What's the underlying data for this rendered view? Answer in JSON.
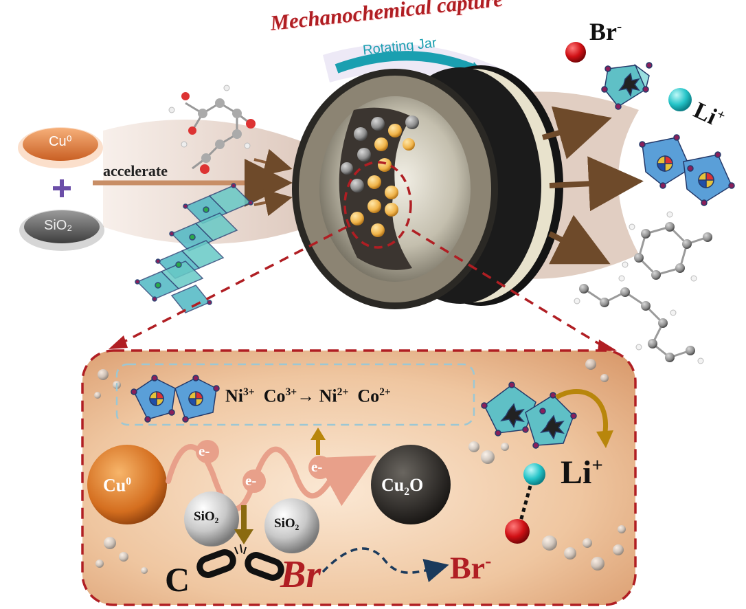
{
  "title": "Mechanochemical capture",
  "rotating_jar": "Rotating Jar",
  "reactants": {
    "cu_pill": "Cu⁰",
    "sio2_pill": "SiO₂",
    "plus": "+"
  },
  "accelerate_label": "accelerate",
  "products_top": {
    "br_ion": "Br",
    "br_charge": "-",
    "li_ion": "Li",
    "li_charge": "+"
  },
  "detail_panel": {
    "reaction_parts": [
      "Ni",
      "3+",
      "  Co",
      "3+",
      "→ Ni",
      "2+",
      "  Co",
      "2+"
    ],
    "cu0": "Cu",
    "cu0_sup": "0",
    "cu2o": "Cu",
    "cu2o_sub": "2",
    "cu2o_o": "O",
    "electrons": [
      "e-",
      "e-",
      "e-"
    ],
    "sio2_balls": [
      "SiO₂",
      "SiO₂"
    ],
    "li_label": "Li",
    "li_sup": "+",
    "bond_c": "C",
    "bond_br": "Br",
    "br_ion": "Br",
    "br_ion_sup": "-"
  },
  "colors": {
    "title_red": "#b01e23",
    "jar_teal": "#1a9fb0",
    "dash_red": "#b01e23",
    "dash_blue": "#9cc7d4",
    "arrow_brown": "#6e4a2a",
    "li_teal": "#2cc6c6",
    "br_red": "#c8141a"
  }
}
